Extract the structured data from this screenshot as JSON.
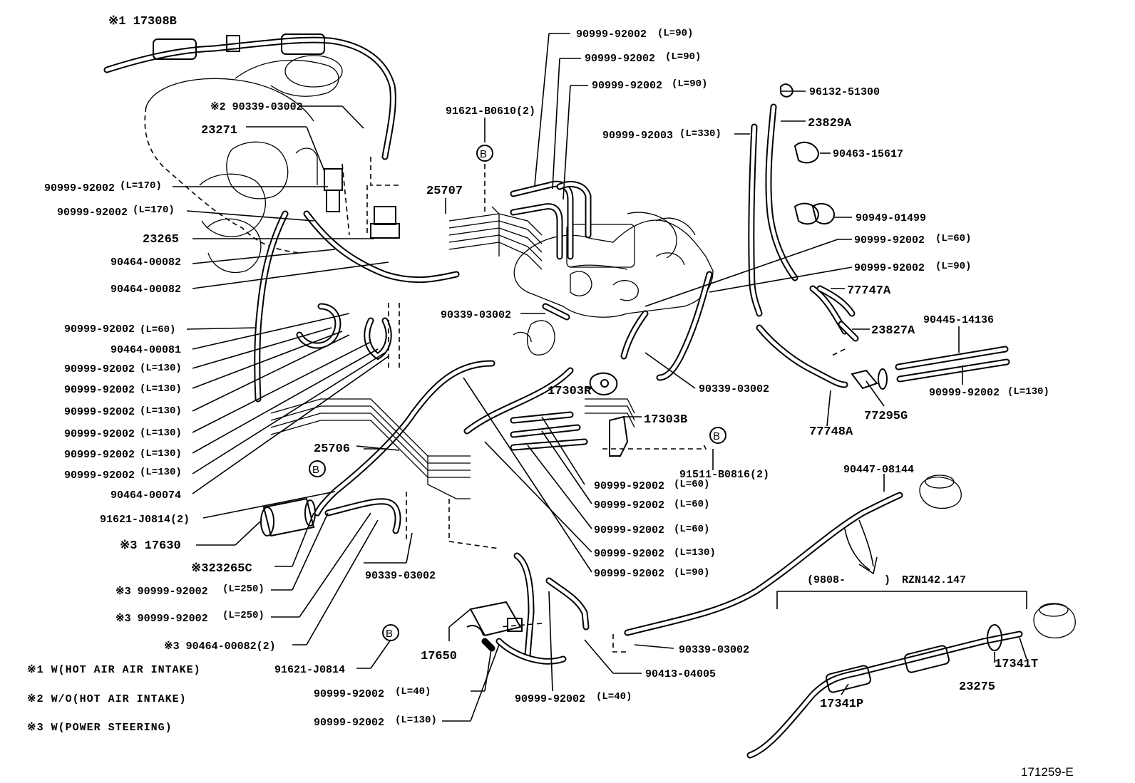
{
  "labels": {
    "p17308b": "※1 17308B",
    "p90339_03002_n2": "※2 90339-03002",
    "p23271": "23271",
    "p90999_92002_l170_a": "90999-92002",
    "s_l170_a": "(L=170)",
    "p90999_92002_l170_b": "90999-92002",
    "s_l170_b": "(L=170)",
    "p23265": "23265",
    "p90464_00082_a": "90464-00082",
    "p90464_00082_b": "90464-00082",
    "p90999_92002_l60_left": "90999-92002",
    "s_l60_left": "(L=60)",
    "p90464_00081": "90464-00081",
    "p90999_92002_l130_1": "90999-92002",
    "s_l130_1": "(L=130)",
    "p90999_92002_l130_2": "90999-92002",
    "s_l130_2": "(L=130)",
    "p90999_92002_l130_3": "90999-92002",
    "s_l130_3": "(L=130)",
    "p90999_92002_l130_4": "90999-92002",
    "s_l130_4": "(L=130)",
    "p90999_92002_l130_5": "90999-92002",
    "s_l130_5": "(L=130)",
    "p90999_92002_l130_6": "90999-92002",
    "s_l130_6": "(L=130)",
    "p90464_00074": "90464-00074",
    "p91621_j0814_2": "91621-J0814(2)",
    "p17630": "※3 17630",
    "p23265c": "※323265C",
    "p90999_92002_l250_a": "※3 90999-92002",
    "s_l250_a": "(L=250)",
    "p90999_92002_l250_b": "※3 90999-92002",
    "s_l250_b": "(L=250)",
    "p90464_00082_2": "※3 90464-00082(2)",
    "p91621_j0814": "91621-J0814",
    "note1": "※1 W(HOT AIR AIR INTAKE)",
    "note2": "※2 W/O(HOT AIR INTAKE)",
    "note3": "※3 W(POWER STEERING)",
    "p91621_b0610": "91621-B0610(2)",
    "p25707": "25707",
    "p90999_92002_l90_top1": "90999-92002",
    "s_l90_top1": "(L=90)",
    "p90999_92002_l90_top2": "90999-92002",
    "s_l90_top2": "(L=90)",
    "p90999_92002_l90_top3": "90999-92002",
    "s_l90_top3": "(L=90)",
    "p90999_92003": "90999-92003",
    "s_l330": "(L=330)",
    "p96132_51300": "96132-51300",
    "p23829a": "23829A",
    "p90463_15617": "90463-15617",
    "p90949_01499": "90949-01499",
    "p90999_92002_l60_r": "90999-92002",
    "s_l60_r": "(L=60)",
    "p90999_92002_l90_r": "90999-92002",
    "s_l90_r": "(L=90)",
    "p77747a": "77747A",
    "p23827a": "23827A",
    "p90445_14136": "90445-14136",
    "p90999_92002_l130_r": "90999-92002",
    "s_l130_r": "(L=130)",
    "p77295g": "77295G",
    "p77748a": "77748A",
    "p90339_03002_c": "90339-03002",
    "p90339_03002_r": "90339-03002",
    "p17303r": "17303R",
    "p17303b": "17303B",
    "p91511_b0816": "91511-B0816(2)",
    "p25706": "25706",
    "p90999_92002_l60_m1": "90999-92002",
    "s_l60_m1": "(L=60)",
    "p90999_92002_l60_m2": "90999-92002",
    "s_l60_m2": "(L=60)",
    "p90999_92002_l60_m3": "90999-92002",
    "s_l60_m3": "(L=60)",
    "p90999_92002_l130_m": "90999-92002",
    "s_l130_m": "(L=130)",
    "p90999_92002_l90_m": "90999-92002",
    "s_l90_m": "(L=90)",
    "p90339_03002_b": "90339-03002",
    "p90447_08144": "90447-08144",
    "p9808": "(9808-",
    "p9808_close": ")",
    "prange": "RZN142.147",
    "p17650": "17650",
    "p90999_92002_l40_a": "90999-92002",
    "s_l40_a": "(L=40)",
    "p90999_92002_l130_b": "90999-92002",
    "s_l130_b": "(L=130)",
    "p90999_92002_l40_b": "90999-92002",
    "s_l40_b": "(L=40)",
    "p90339_03002_br": "90339-03002",
    "p90413_04005": "90413-04005",
    "p23275": "23275",
    "p17341t": "17341T",
    "p17341p": "17341P",
    "fig_ref": "171259-E",
    "b_marker": "B"
  }
}
